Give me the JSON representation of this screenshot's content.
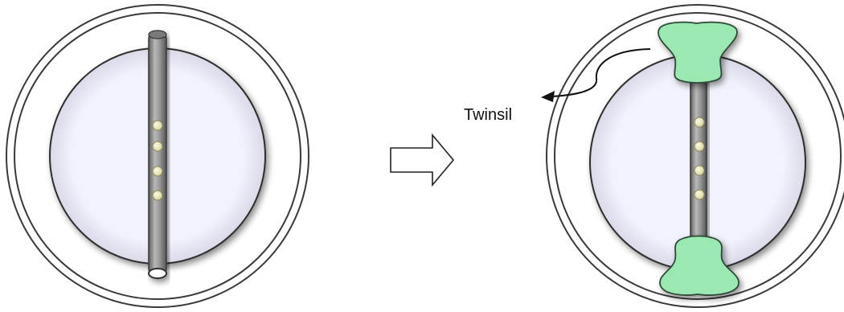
{
  "annotation": {
    "label": "Twinsil"
  },
  "colors": {
    "background": "#ffffff",
    "rim_stroke": "#3a3a3a",
    "inner_disc": "#eeeefa",
    "tube_fill": "#9a9a9a",
    "tube_dark": "#5e5e5e",
    "hole_fill": "#f2f0c8",
    "twinsil_fill": "#9be8b3",
    "twinsil_stroke": "#2f4a38",
    "arrow_stroke": "#222222"
  },
  "icons": {
    "process_arrow": "hollow-right-arrow",
    "callout_arrow": "curved-arrow-left"
  }
}
